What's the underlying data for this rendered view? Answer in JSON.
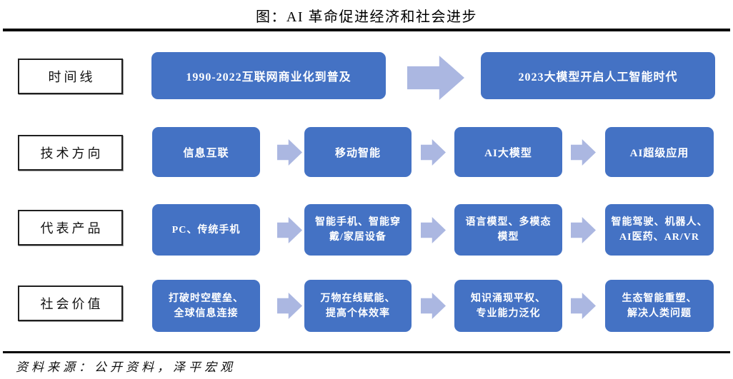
{
  "title": "图：AI 革命促进经济和社会进步",
  "source_note": "资料来源：公开资料，泽平宏观",
  "colors": {
    "box_blue": "#4472C4",
    "arrow_blue": "#ABB7E1",
    "rule_black": "#000000",
    "text_white": "#FFFFFF"
  },
  "rows": [
    {
      "label": "时间线",
      "items": [
        "1990-2022互联网商业化到普及",
        "2023大模型开启人工智能时代"
      ]
    },
    {
      "label": "技术方向",
      "items": [
        "信息互联",
        "移动智能",
        "AI大模型",
        "AI超级应用"
      ]
    },
    {
      "label": "代表产品",
      "items": [
        "PC、传统手机",
        "智能手机、智能穿\n戴/家居设备",
        "语言模型、多模态\n模型",
        "智能驾驶、机器人、\nAI医药、AR/VR"
      ]
    },
    {
      "label": "社会价值",
      "items": [
        "打破时空壁垒、\n全球信息连接",
        "万物在线赋能、\n提高个体效率",
        "知识涌现平权、\n专业能力泛化",
        "生态智能重塑、\n解决人类问题"
      ]
    }
  ]
}
